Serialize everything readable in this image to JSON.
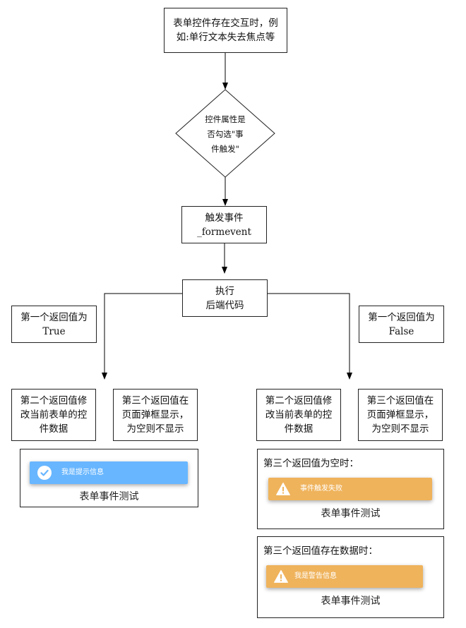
{
  "flow": {
    "start": "表单控件存在交互时，例\n如:单行文本失去焦点等",
    "decision": "控件属性是\n否勾选\"事\n件触发\"",
    "trigger": "触发事件\n_formevent",
    "execute": "执行\n后端代码",
    "left": {
      "first_return": "第一个返回值为\nTrue",
      "second_return": "第二个返回值修\n改当前表单的控\n件数据",
      "third_return": "第三个返回值在\n页面弹框显示，\n为空则不显示"
    },
    "right": {
      "first_return": "第一个返回值为\nFalse",
      "second_return": "第二个返回值修\n改当前表单的控\n件数据",
      "third_return": "第三个返回值在\n页面弹框显示，\n为空则不显示"
    }
  },
  "examples": {
    "success": {
      "toast_text": "我是提示信息",
      "toast_icon": "check-circle-icon",
      "toast_color": "#68b6ff",
      "form_title": "表单事件测试"
    },
    "empty_case": {
      "caption": "第三个返回值为空时：",
      "toast_text": "事件触发失败",
      "toast_icon": "warning-icon",
      "toast_color": "#efb35c",
      "form_title": "表单事件测试"
    },
    "data_case": {
      "caption": "第三个返回值存在数据时：",
      "toast_text": "我是警告信息",
      "toast_icon": "warning-icon",
      "toast_color": "#efb35c",
      "form_title": "表单事件测试"
    }
  }
}
